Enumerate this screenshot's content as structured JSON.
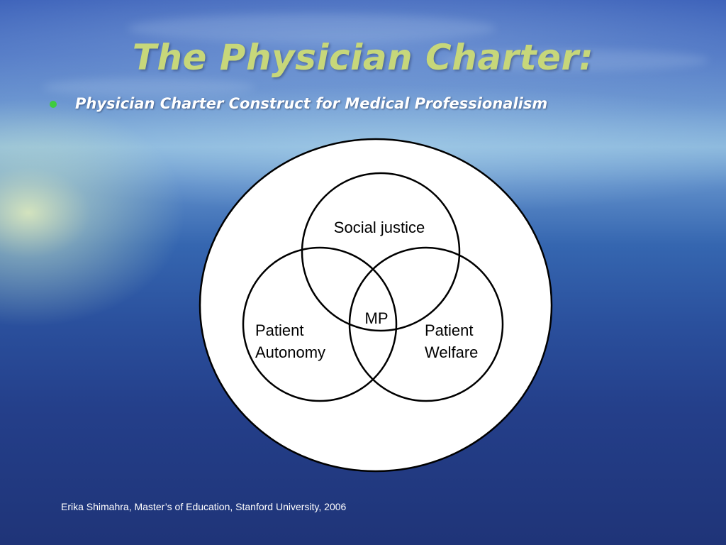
{
  "slide": {
    "title": "The Physician Charter:",
    "bullet": "Physician Charter Construct for Medical Professionalism",
    "credit": "Erika Shimahra, Master’s of Education, Stanford University, 2006"
  },
  "diagram": {
    "circles": {
      "top": "Social justice",
      "left_line1": "Patient",
      "left_line2": "Autonomy",
      "right_line1": "Patient",
      "right_line2": "Welfare",
      "center": "MP"
    }
  },
  "colors": {
    "title": "#c7d77a",
    "bullet_dot": "#3fcc3f",
    "ocean_dark": "#1f3478"
  }
}
